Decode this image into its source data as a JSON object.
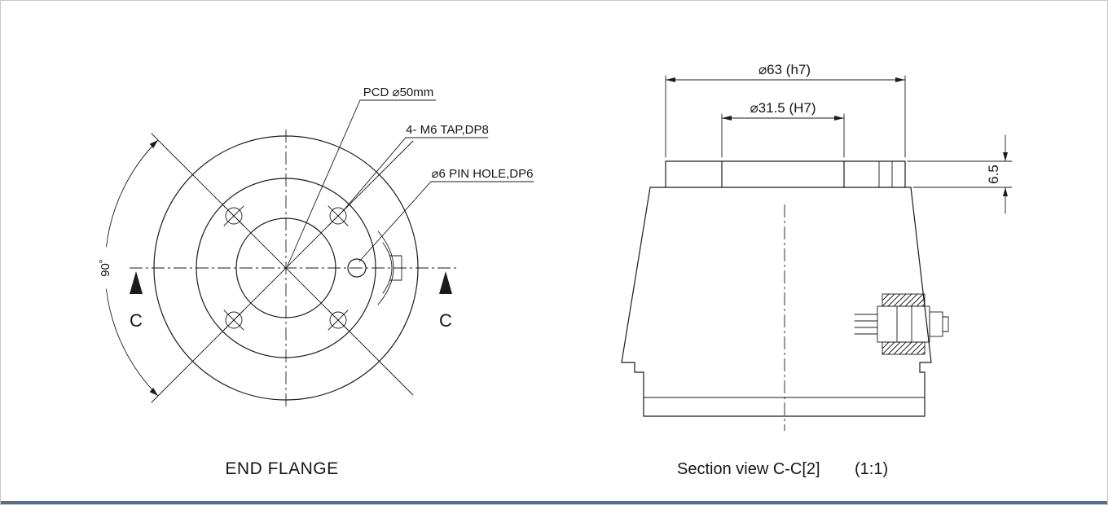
{
  "left_view": {
    "title": "END FLANGE",
    "annotation_pcd": "PCD ⌀50mm",
    "annotation_tap": "4- M6 TAP,DP8",
    "annotation_pin": "⌀6 PIN HOLE,DP6",
    "angle_dim": "90˚",
    "section_label": "C"
  },
  "right_view": {
    "title": "Section view C-C[2]",
    "scale_note": "(1:1)",
    "dim_outer": "⌀63 (h7)",
    "dim_bore": "⌀31.5 (H7)",
    "dim_height": "6.5"
  },
  "colors": {
    "line": "#1b1b1b",
    "background": "#ffffff",
    "frame_border": "#c8c8c8",
    "bottom_strip": "#4e7095"
  }
}
